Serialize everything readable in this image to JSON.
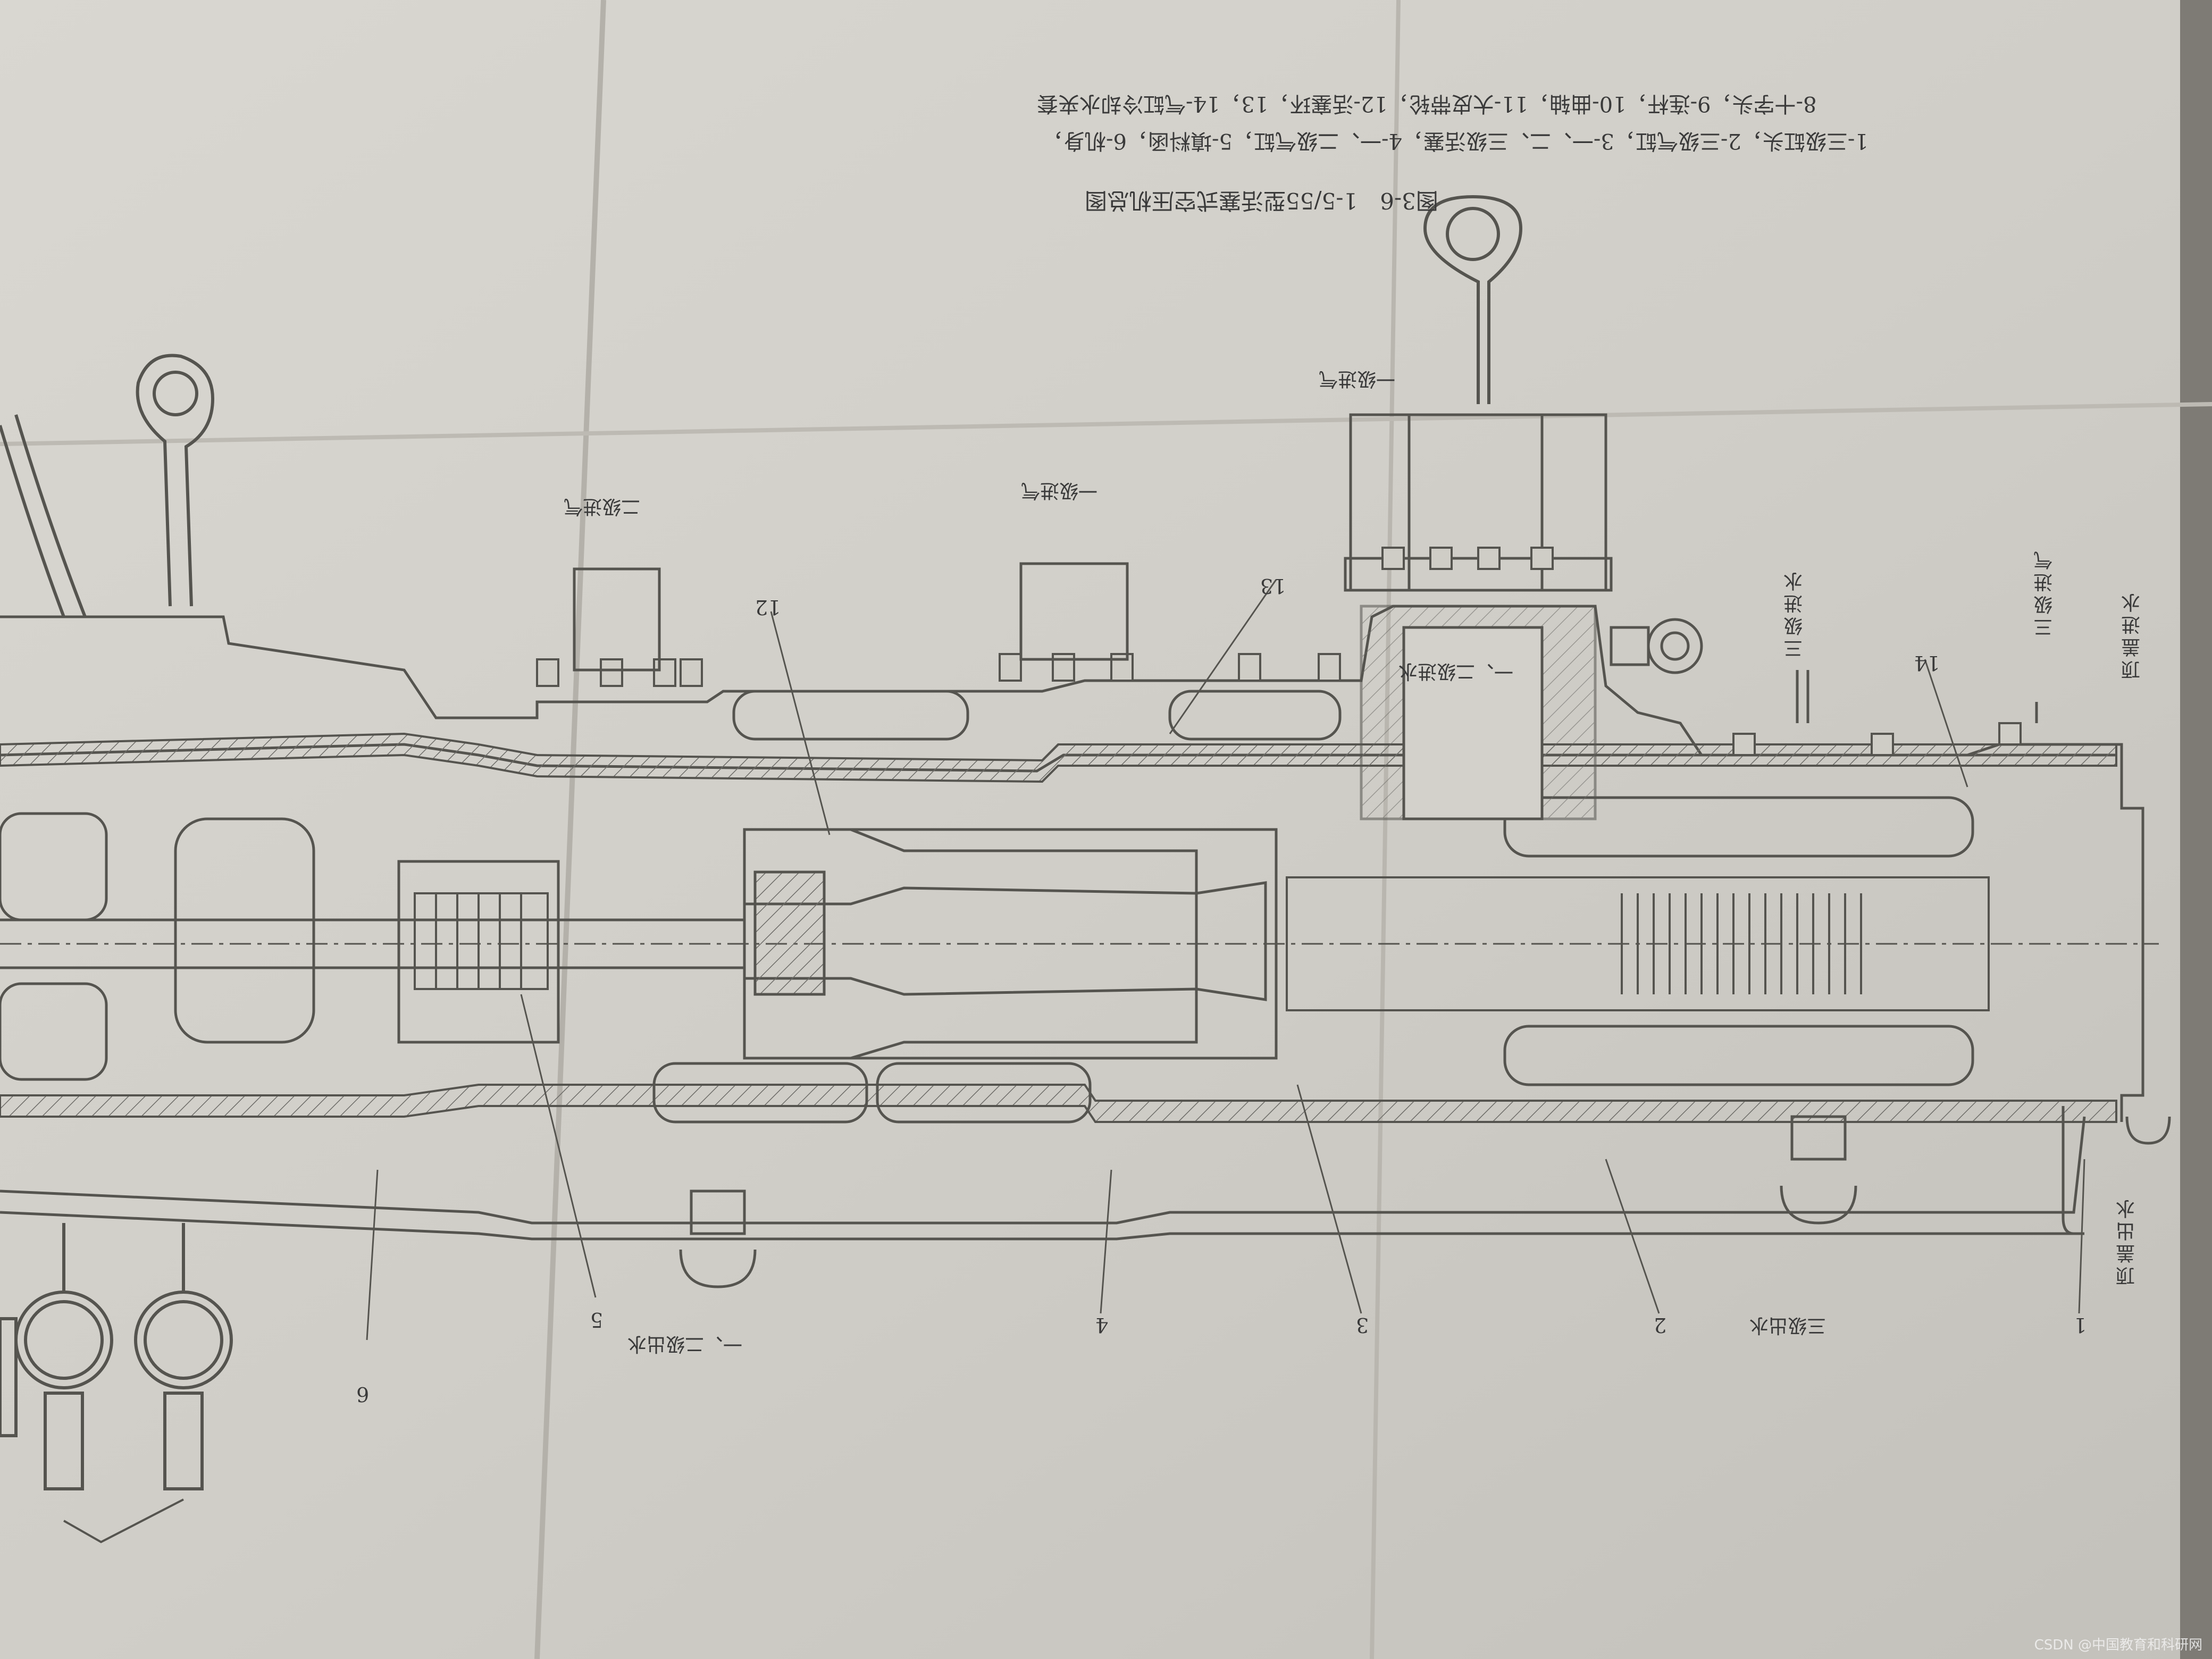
{
  "figure": {
    "title": "图3-6　1-5/55型活塞式空压机总图",
    "legend_line1": "1-三级缸头，2-三级气缸，3-一、二、三级活塞，4-一、二级气缸，5-填料函，6-机身，",
    "legend_line2": "8-十字头，9-连杆，10-曲轴，11-大皮带轮，12-活塞环，13，14-气缸冷却水夹套"
  },
  "labels": {
    "stage12_water_in": "一、二级进水",
    "stage1_air_in_top": "一级进气",
    "stage1_air_in_mid": "一级进气",
    "stage2_air_in": "二级进气",
    "stage3_water_in": "三级进水",
    "stage3_air_in": "三级进气",
    "head_water_in": "顶盖进水",
    "head_water_out": "顶盖出水",
    "stage3_water_out": "三级出水",
    "stage12_water_out": "一、二级出水"
  },
  "part_numbers": [
    "1",
    "2",
    "3",
    "4",
    "5",
    "6",
    "12",
    "13",
    "14"
  ],
  "watermark": "CSDN @中国教育和科研网"
}
